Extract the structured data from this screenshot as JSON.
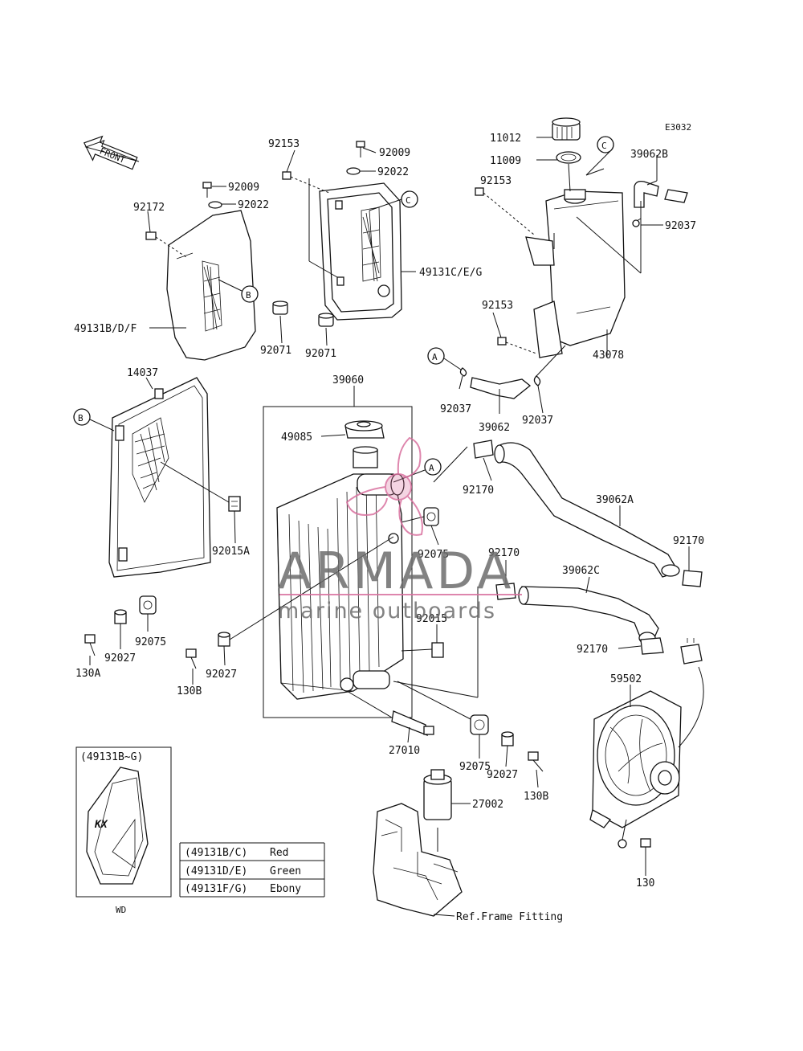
{
  "diagram_code": "E3032",
  "front_arrow": "FRONT",
  "refs": {
    "A": "A",
    "B": "B",
    "C": "C"
  },
  "labels": {
    "p11012": "11012",
    "p11009": "11009",
    "p39062B": "39062B",
    "p92037_a": "92037",
    "p92153_top": "92153",
    "p92009_top": "92009",
    "p92022_top": "92022",
    "p92153_mid": "92153",
    "p92153_low": "92153",
    "p43078": "43078",
    "p92009_left": "92009",
    "p92022_left": "92022",
    "p92172": "92172",
    "p49131BDF": "49131B/D/F",
    "p49131CEG": "49131C/E/G",
    "p92071_a": "92071",
    "p92071_b": "92071",
    "p14037": "14037",
    "p39060": "39060",
    "p49085": "49085",
    "p92037_b": "92037",
    "p39062": "39062",
    "p92037_c": "92037",
    "p92170_a": "92170",
    "p39062A": "39062A",
    "p92170_b": "92170",
    "p92015A": "92015A",
    "p92075_a": "92075",
    "p92170_c": "92170",
    "p39062C": "39062C",
    "p92015": "92015",
    "p92075_b": "92075",
    "p92027_a": "92027",
    "p130A": "130A",
    "p92027_b": "92027",
    "p130B_a": "130B",
    "p92170_d": "92170",
    "p59502": "59502",
    "p27010": "27010",
    "p92075_c": "92075",
    "p92027_c": "92027",
    "p130B_b": "130B",
    "p27002": "27002",
    "p130": "130",
    "ref_frame": "Ref.Frame Fitting"
  },
  "inset": {
    "title": "(49131B~G)",
    "caption": "WD",
    "logo_text": "KX"
  },
  "color_table": [
    {
      "part": "(49131B/C)",
      "color": "Red"
    },
    {
      "part": "(49131D/E)",
      "color": "Green"
    },
    {
      "part": "(49131F/G)",
      "color": "Ebony"
    }
  ],
  "watermark": {
    "brand": "ARMADA",
    "tagline": "marine outboards",
    "accent_color": "#d9719f",
    "text_color": "#6d6d6d"
  }
}
